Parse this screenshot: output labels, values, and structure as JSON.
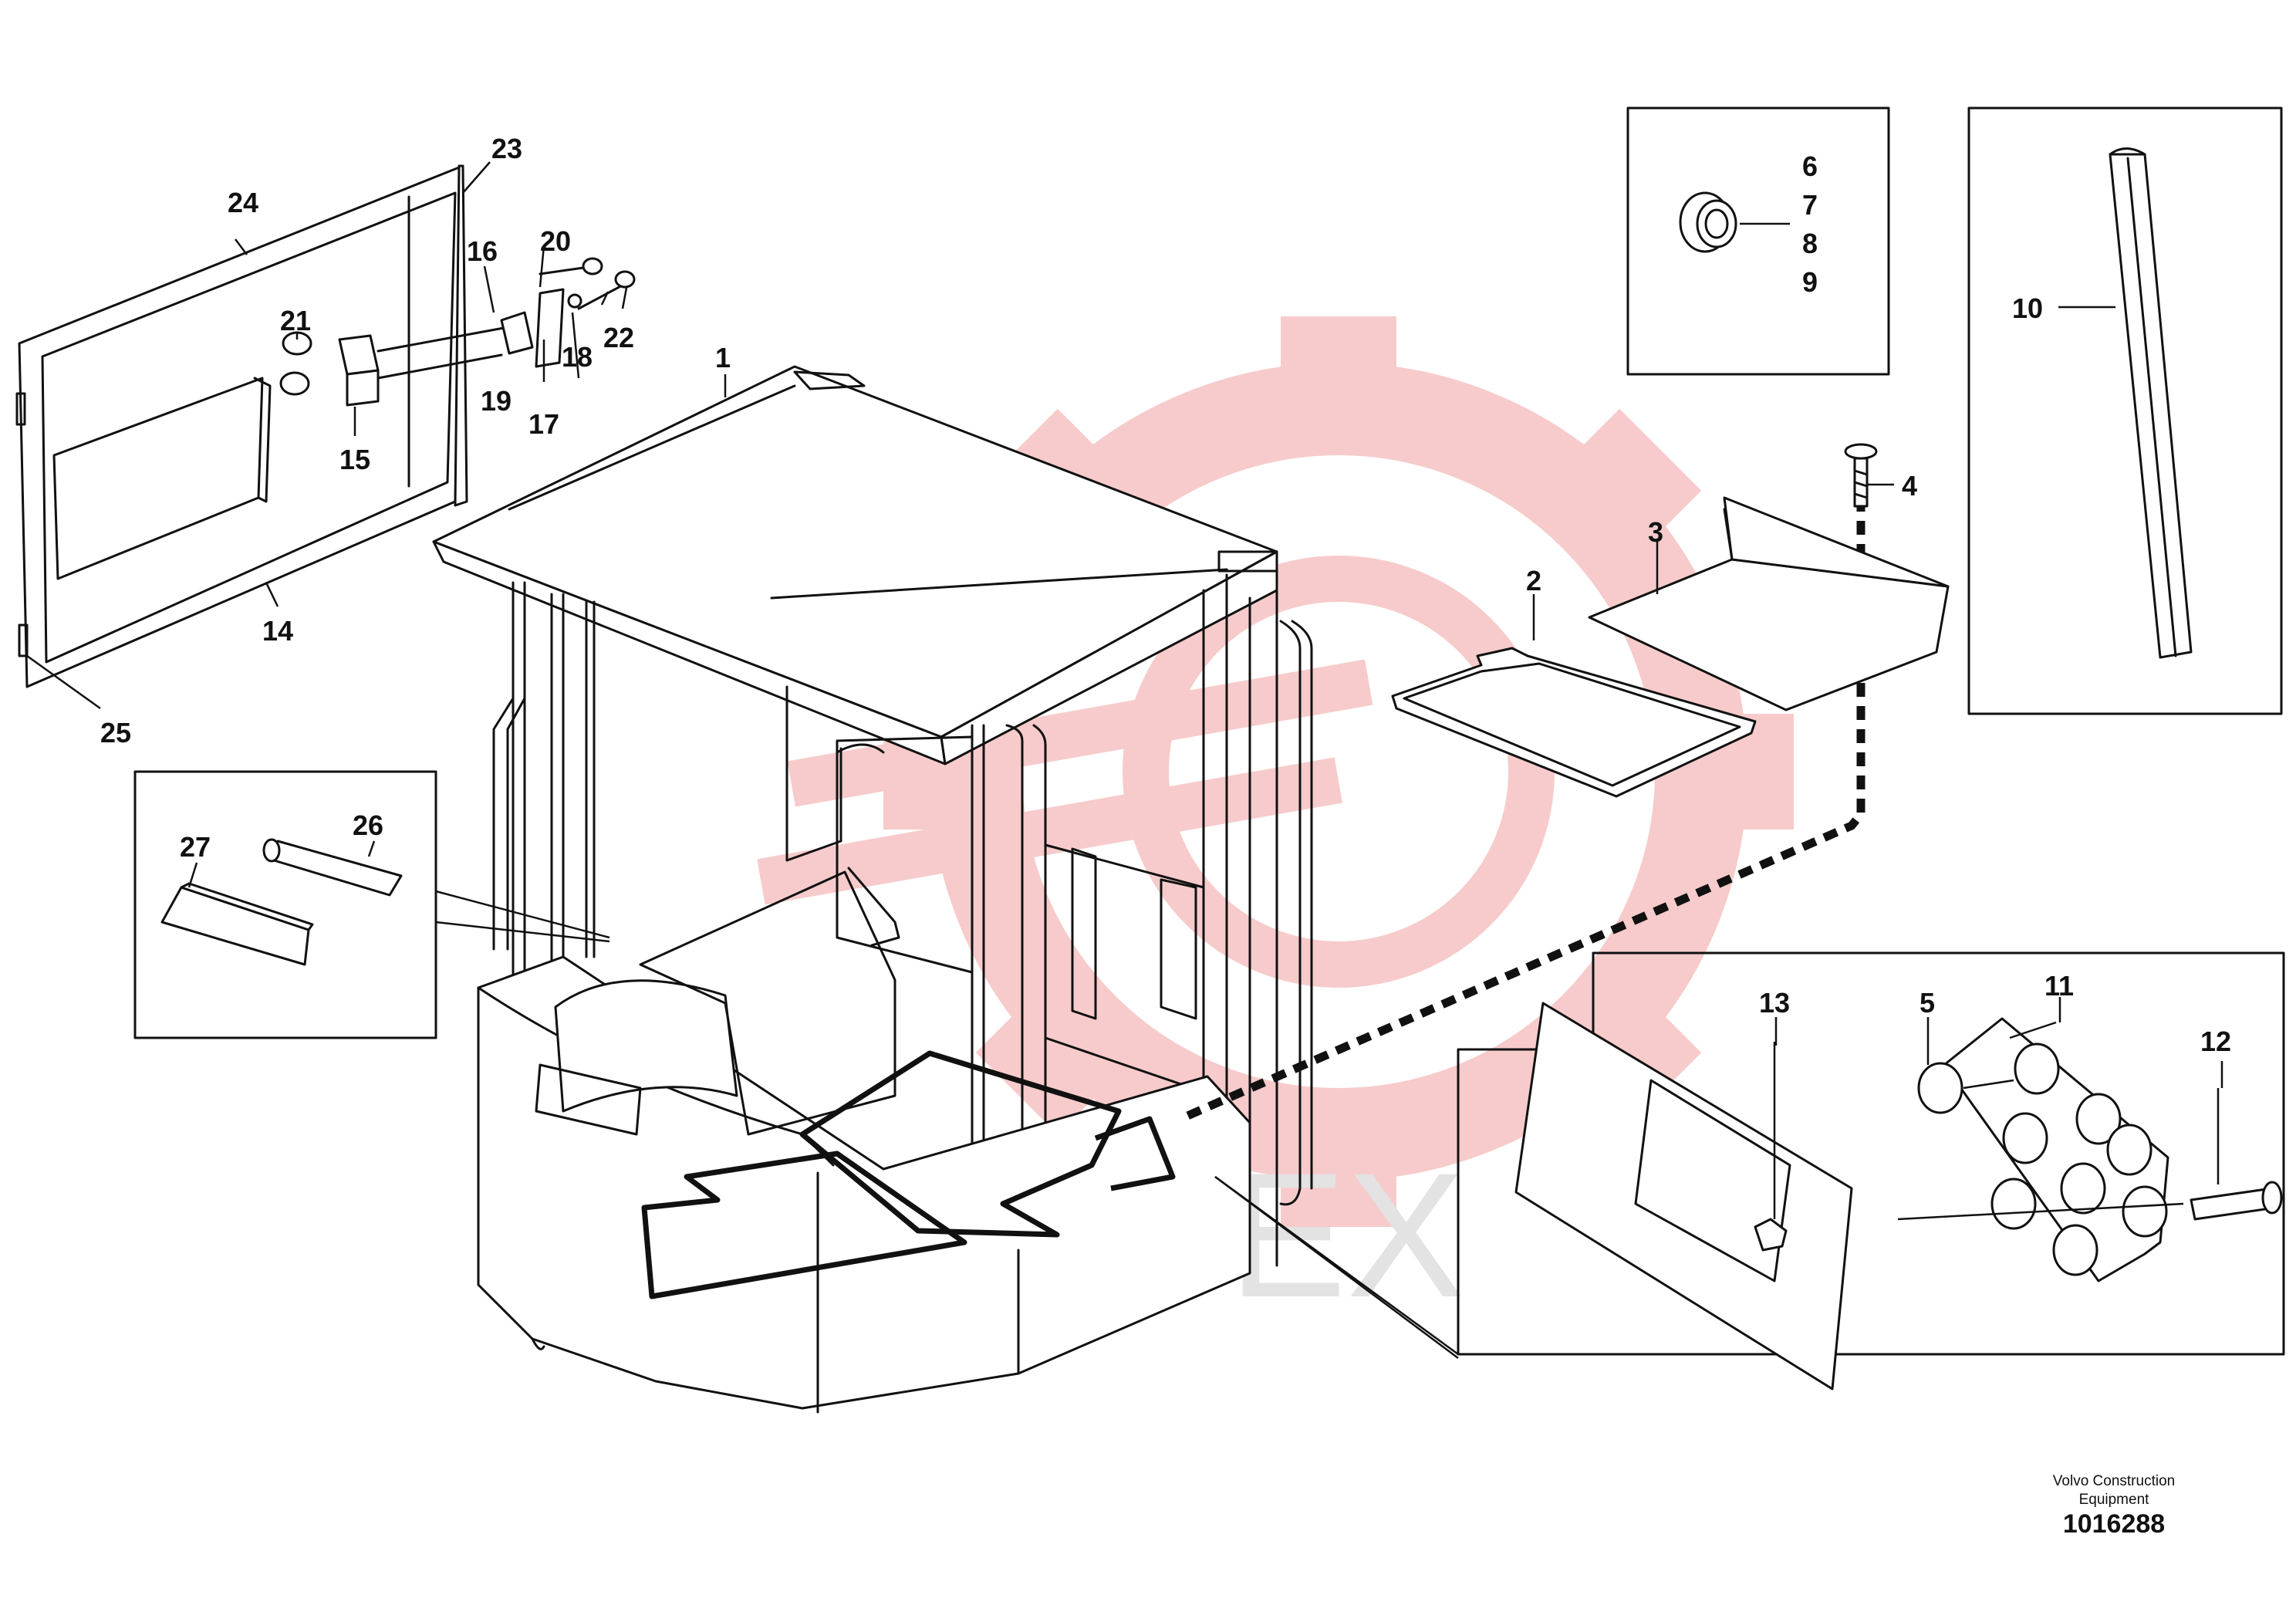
{
  "callouts": {
    "c1": "1",
    "c2": "2",
    "c3": "3",
    "c4": "4",
    "c5": "5",
    "c6": "6",
    "c7": "7",
    "c8": "8",
    "c9": "9",
    "c10": "10",
    "c11": "11",
    "c12": "12",
    "c13": "13",
    "c14": "14",
    "c15": "15",
    "c16": "16",
    "c17": "17",
    "c18": "18",
    "c19": "19",
    "c20": "20",
    "c21": "21",
    "c22": "22",
    "c23": "23",
    "c24": "24",
    "c25": "25",
    "c26": "26",
    "c27": "27"
  },
  "watermark": {
    "text": "ИНТЕХ",
    "gear_color": "#f7c6c6",
    "text_color": "#e3e3e3"
  },
  "caption": {
    "org_line1": "Volvo Construction",
    "org_line2": "Equipment",
    "drawing_id": "1016288"
  }
}
